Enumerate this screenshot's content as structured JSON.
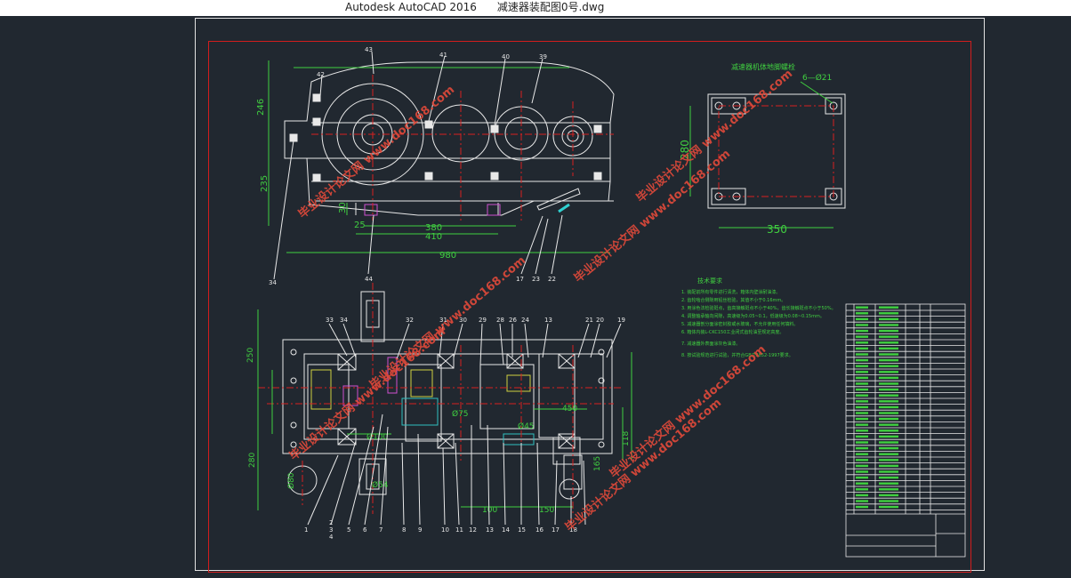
{
  "app": {
    "title": "Autodesk AutoCAD 2016",
    "file": "减速器装配图0号.dwg"
  },
  "drawing": {
    "front_view": {
      "dims": [
        "246",
        "235",
        "380",
        "410",
        "980",
        "25",
        "30"
      ],
      "callouts": [
        "43",
        "41",
        "40",
        "39",
        "42",
        "34",
        "17",
        "23",
        "22",
        "44"
      ]
    },
    "base_view": {
      "title": "减速器机体地脚螺栓",
      "hole_label": "6—Ø21",
      "dim_width": "350",
      "dim_height": "280"
    },
    "top_view": {
      "dims": [
        "250",
        "280",
        "Ø100",
        "Ø80",
        "100",
        "150",
        "450",
        "Ø45",
        "Ø75",
        "118",
        "165",
        "Ø54"
      ],
      "top_callouts": [
        "33",
        "34",
        "32",
        "31",
        "30",
        "29",
        "28",
        "26",
        "24",
        "13",
        "21",
        "20",
        "19"
      ],
      "bottom_callouts": [
        "1",
        "2",
        "3",
        "4",
        "5",
        "6",
        "7",
        "8",
        "9",
        "10",
        "11",
        "12",
        "13",
        "14",
        "15",
        "16",
        "17",
        "18"
      ]
    },
    "tech_requirements": {
      "title": "技术要求",
      "items": [
        "1. 装配前所有零件进行清洗，箱体内壁涂耐油漆。",
        "2. 齿轮啮合侧隙用铅丝检验，其值不小于0.16mm。",
        "3. 用涂色法检验斑点，齿高接触斑点不小于40%，齿长接触斑点不小于50%。",
        "4. 调整轴承轴向间隙，高速级为0.05~0.1，低速级为0.08~0.15mm。",
        "5. 减速器剖分面涂密封胶或水玻璃，不允许使用任何填料。",
        "6. 箱体内装L-CKC150工业闭式齿轮油至规定高度。",
        "7. 减速器外表面涂灰色油漆。",
        "8. 按试验规范进行试验，并符合GB/T3852-1997要求。"
      ]
    },
    "watermark": "毕业设计论文网 www.doc168.com"
  }
}
